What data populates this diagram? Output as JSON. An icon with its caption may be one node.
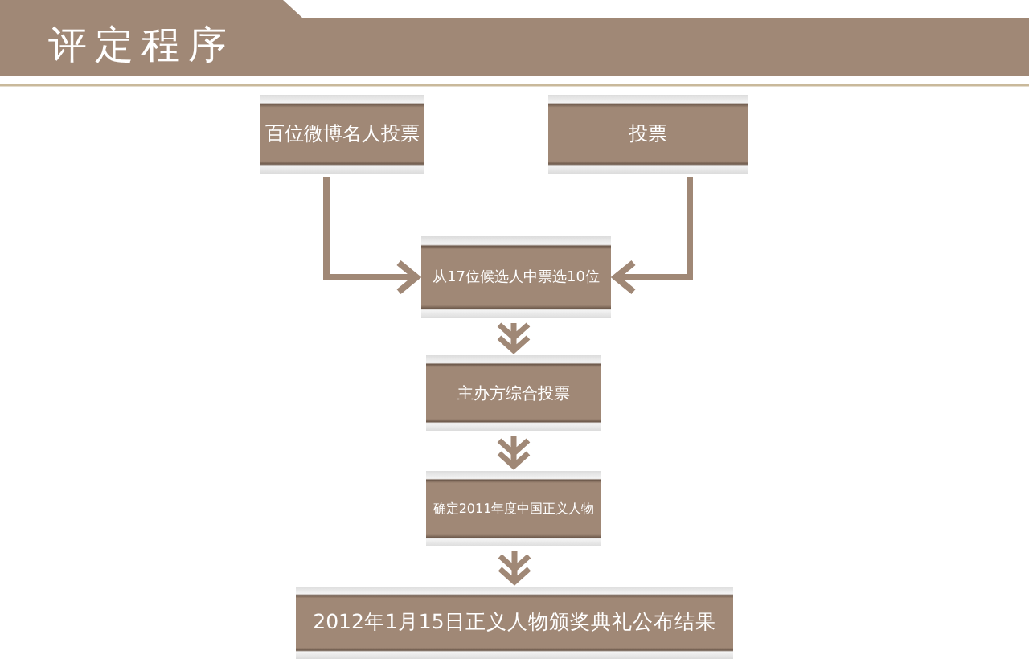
{
  "diagram": {
    "title": "评定程序",
    "nodes": [
      {
        "text": [
          "百位微博名人投票"
        ]
      },
      {
        "text": [
          "投票"
        ]
      },
      {
        "text": [
          "从17位候选人中票选10位"
        ]
      },
      {
        "text": [
          "主办方综合投票"
        ]
      },
      {
        "text": [
          "确定2011年度中国正义人物"
        ]
      },
      {
        "text": [
          "2012年1月15日正义人物颁奖典礼公布结果"
        ]
      }
    ],
    "edges": [
      {
        "from": 0,
        "to": 2,
        "arrow": "to"
      },
      {
        "from": 1,
        "to": 2,
        "arrow": "to"
      },
      {
        "from": 2,
        "to": 3,
        "arrow": "to"
      },
      {
        "from": 3,
        "to": 4,
        "arrow": "to"
      },
      {
        "from": 4,
        "to": 5,
        "arrow": "to"
      }
    ]
  }
}
